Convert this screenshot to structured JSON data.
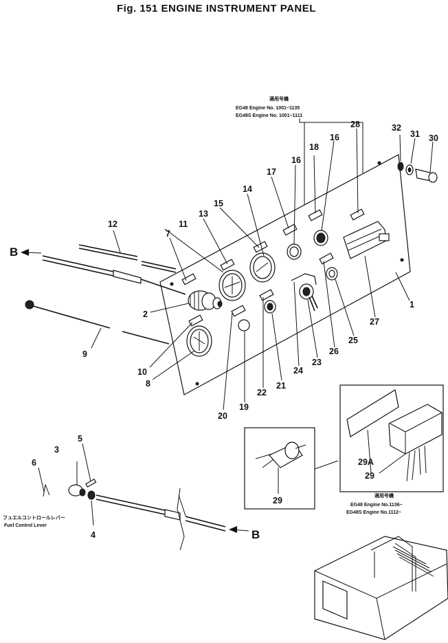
{
  "title": "Fig. 151   ENGINE INSTRUMENT PANEL",
  "notes": {
    "top": {
      "heading": "適用号機",
      "line1": "EG48   Engine  No.  1001~1135",
      "line2": "EG48S  Engine  No.  1001~1111"
    },
    "bottom": {
      "heading": "適用号機",
      "line1": "EG48   Engine  No.1136~",
      "line2": "EG48S  Engine  No.1112~"
    }
  },
  "fuel_lever": {
    "jp": "フュエルコントロールレバー",
    "en": "Fuel Control Lever"
  },
  "arrow_label": "B",
  "callouts": {
    "n1": "1",
    "n2": "2",
    "n3": "3",
    "n4": "4",
    "n5": "5",
    "n6": "6",
    "n7": "7",
    "n8": "8",
    "n9": "9",
    "n10": "10",
    "n11": "11",
    "n12": "12",
    "n13": "13",
    "n14": "14",
    "n15": "15",
    "n16a": "16",
    "n16b": "16",
    "n17": "17",
    "n18": "18",
    "n19": "19",
    "n20": "20",
    "n21": "21",
    "n22": "22",
    "n23": "23",
    "n24": "24",
    "n25": "25",
    "n26": "26",
    "n27": "27",
    "n28": "28",
    "n29a": "29",
    "n29A": "29A",
    "n29b": "29",
    "n30": "30",
    "n31": "31",
    "n32": "32"
  }
}
